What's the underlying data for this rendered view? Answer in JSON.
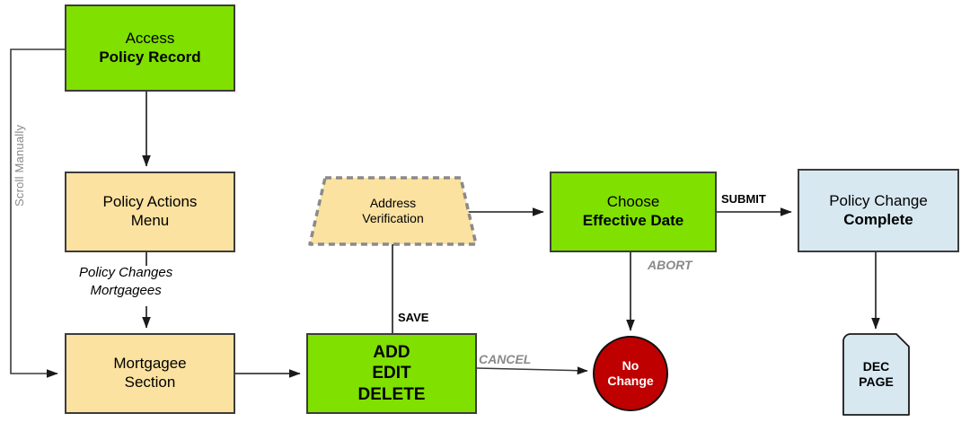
{
  "diagram": {
    "title_text": "",
    "colors": {
      "green": "#80E000",
      "yellow": "#FBE2A0",
      "blue": "#D7E8F1",
      "red": "#BF0000",
      "border_dark": "#3C3C3C",
      "gray_label": "#8A8A8A",
      "dashed_border": "#8A8A8A"
    },
    "nodes": {
      "access": {
        "line1": "Access",
        "line2": "Policy Record"
      },
      "policy_actions": {
        "line1": "Policy Actions",
        "line2": "Menu"
      },
      "mortgagee_section": {
        "line1": "Mortgagee",
        "line2": "Section"
      },
      "add_edit_delete": {
        "line1": "ADD",
        "line2": "EDIT",
        "line3": "DELETE"
      },
      "address_verification": {
        "line1": "Address",
        "line2": "Verification"
      },
      "choose_effective_date": {
        "line1": "Choose",
        "line2": "Effective Date"
      },
      "policy_change_complete": {
        "line1": "Policy Change",
        "line2": "Complete"
      },
      "no_change": {
        "line1": "No",
        "line2": "Change"
      },
      "dec_page": {
        "line1": "DEC",
        "line2": "PAGE"
      }
    },
    "edge_labels": {
      "scroll_manually": "Scroll Manually",
      "policy_changes": "Policy Changes",
      "mortgagees": "Mortgagees",
      "save": "SAVE",
      "cancel": "CANCEL",
      "submit": "SUBMIT",
      "abort": "ABORT"
    }
  }
}
